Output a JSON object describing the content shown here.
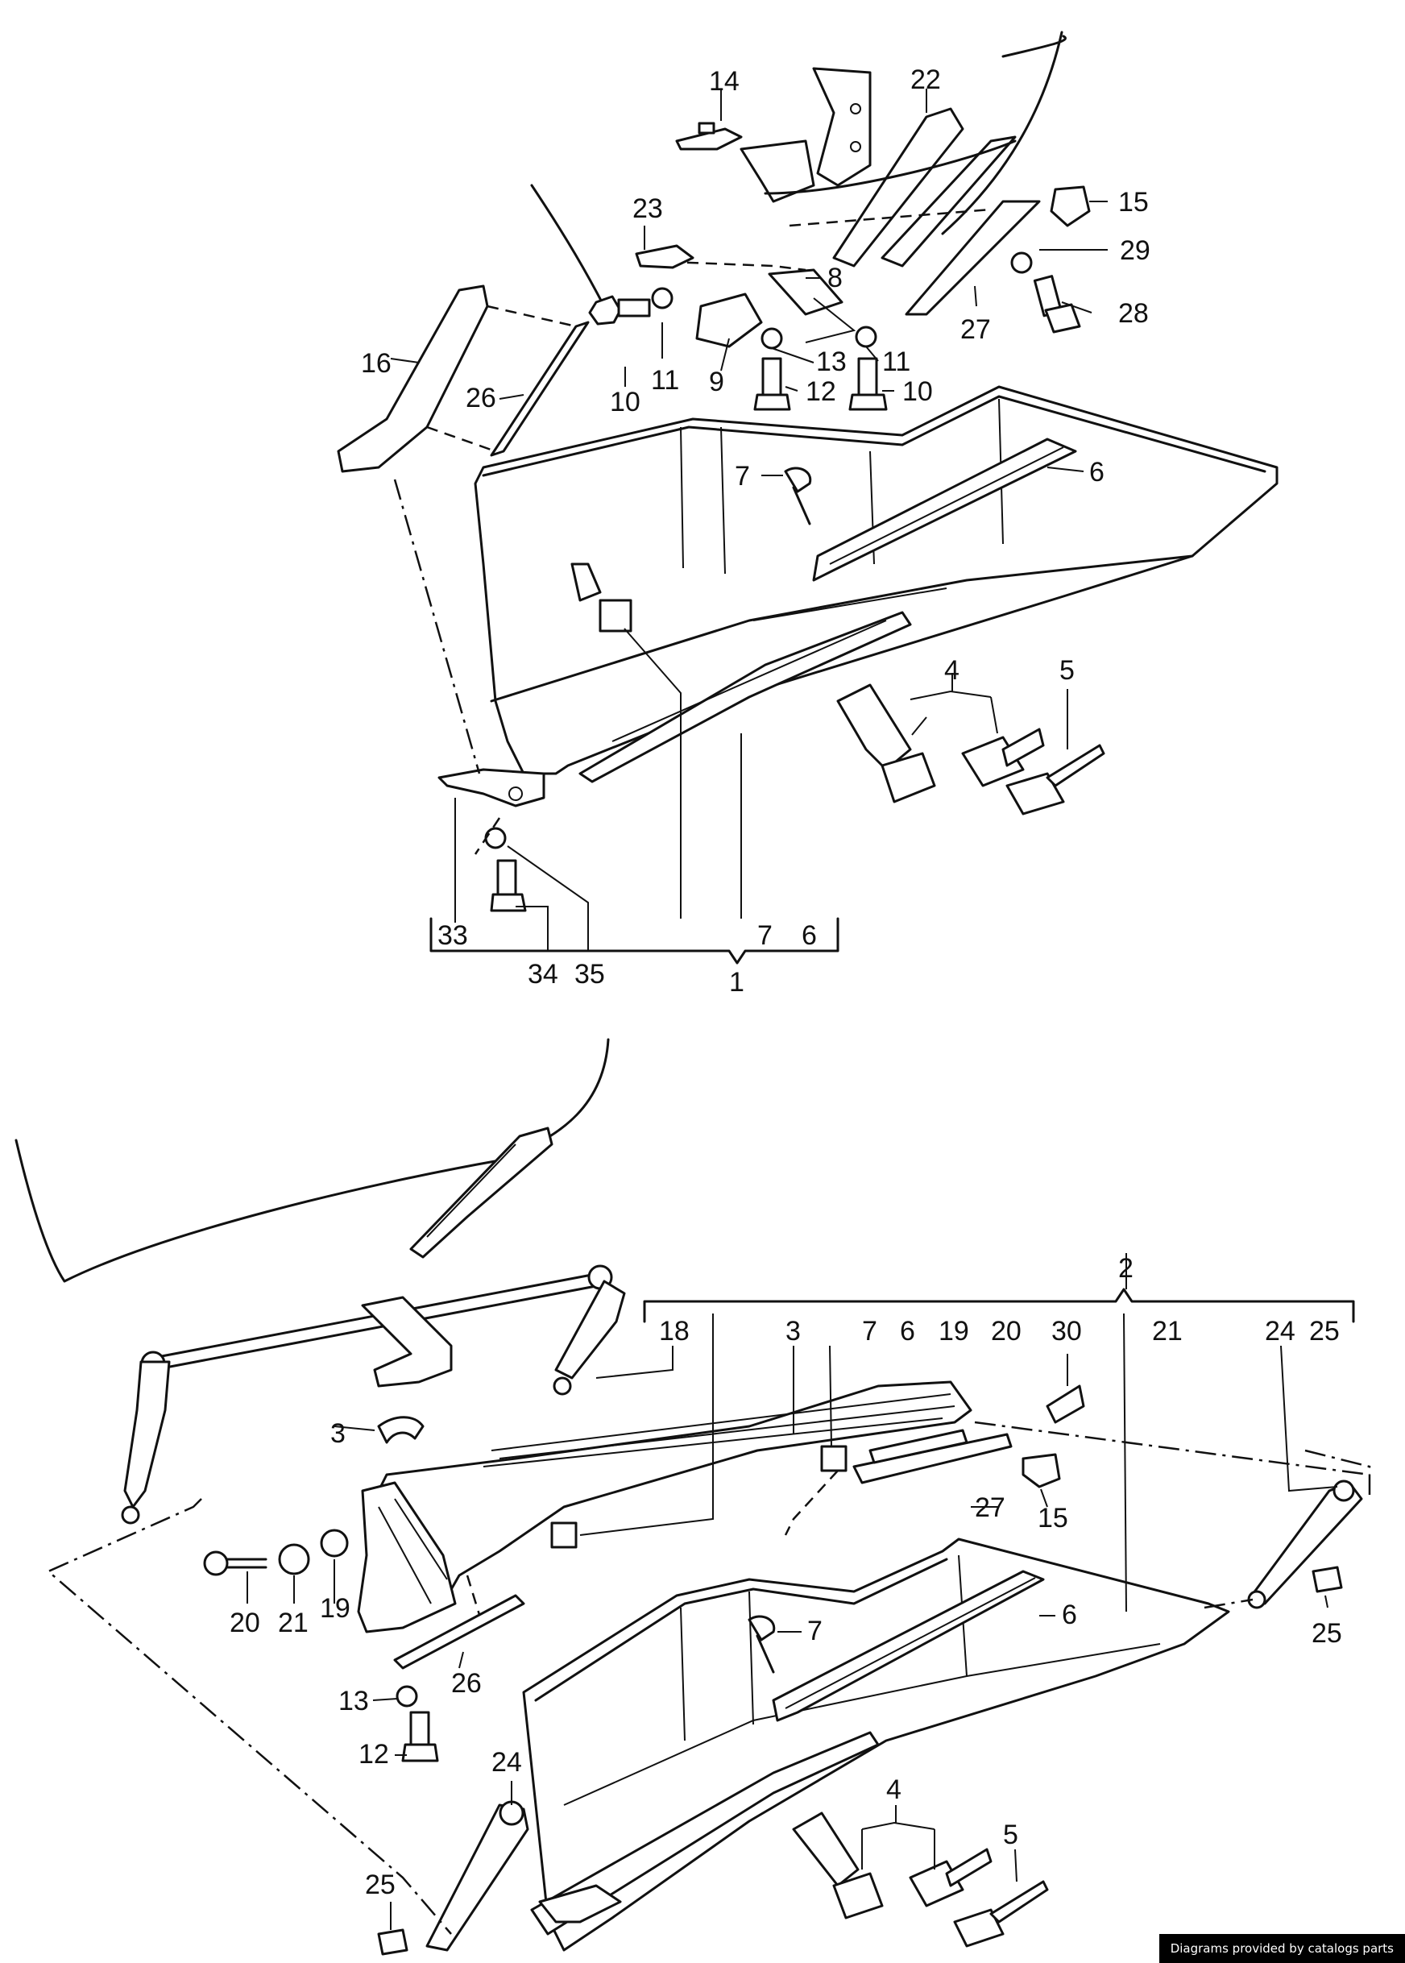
{
  "credit": "Diagrams provided by catalogs parts",
  "labels": {
    "top": {
      "l14": "14",
      "l22": "22",
      "l15": "15",
      "l23": "23",
      "l8": "8",
      "l29": "29",
      "l28": "28",
      "l27": "27",
      "l16": "16",
      "l26": "26",
      "l10a": "10",
      "l11a": "11",
      "l9": "9",
      "l13": "13",
      "l12": "12",
      "l11b": "11",
      "l10b": "10",
      "l7": "7",
      "l6": "6",
      "l4": "4",
      "l5": "5",
      "l33": "33",
      "l34": "34",
      "l35": "35",
      "l7b": "7",
      "l6b": "6",
      "l1": "1"
    },
    "bottom": {
      "l2": "2",
      "l18": "18",
      "l3": "3",
      "l7": "7",
      "l6": "6",
      "l19": "19",
      "l20": "20",
      "l30": "30",
      "l21": "21",
      "l24": "24",
      "l25": "25",
      "l3b": "3",
      "l27": "27",
      "l15": "15",
      "l20b": "20",
      "l21b": "21",
      "l19b": "19",
      "l26": "26",
      "l7b": "7",
      "l6b": "6",
      "l25b": "25",
      "l13": "13",
      "l12": "12",
      "l24b": "24",
      "l25c": "25",
      "l4": "4",
      "l5": "5"
    }
  }
}
